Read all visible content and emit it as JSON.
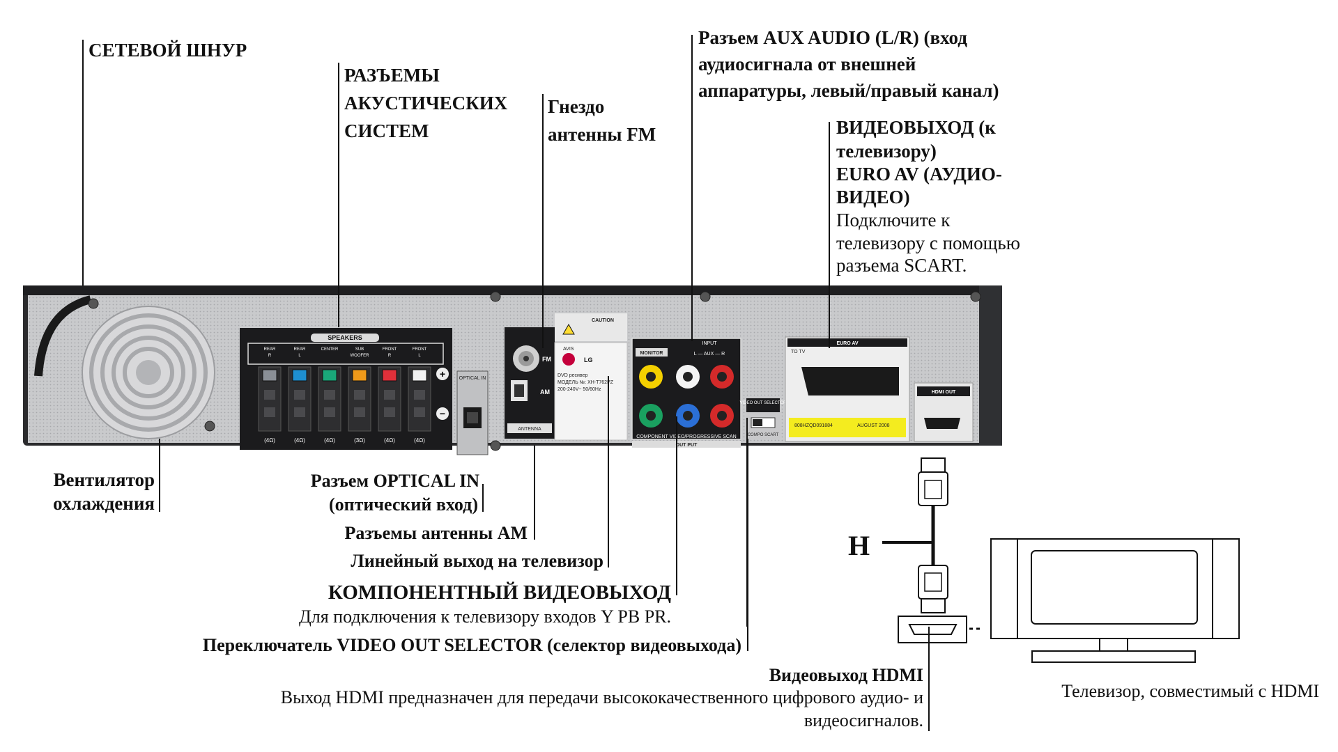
{
  "labels": {
    "power_cord": "СЕТЕВОЙ ШНУР",
    "speaker_connectors": [
      "РАЗЪЕМЫ",
      "АКУСТИЧЕСКИХ",
      "СИСТЕМ"
    ],
    "fm_antenna": [
      "Гнездо",
      "антенны FM"
    ],
    "aux_audio": [
      "Разъем AUX AUDIO (L/R) (вход",
      "аудиосигнала от внешней",
      "аппаратуры, левый/правый канал)"
    ],
    "video_out_title": [
      "ВИДЕОВЫХОД (к",
      "телевизору)"
    ],
    "euro_av_title": [
      "EURO AV (АУДИО-",
      "ВИДЕО)"
    ],
    "euro_av_desc": [
      "Подключите к",
      "телевизору с помощью",
      "разъема SCART."
    ],
    "cooling_fan": [
      "Вентилятор",
      "охлаждения"
    ],
    "optical_in": [
      "Разъем OPTICAL IN",
      "(оптический вход)"
    ],
    "am_antenna": "Разъемы антенны AM",
    "line_out_tv": "Линейный выход на телевизор",
    "component_title": "КОМПОНЕНТНЫЙ ВИДЕОВЫХОД",
    "component_desc": "Для подключения к телевизору входов Y PB PR.",
    "video_selector": "Переключатель VIDEO OUT SELECTOR (селектор видеовыхода)",
    "hdmi_title": "Видеовыход HDMI",
    "hdmi_desc": [
      "Выход HDMI предназначен для передачи высококачественного цифрового аудио- и",
      "видеосигналов."
    ],
    "tv_label": "Телевизор, совместимый с HDMI",
    "cable_letter": "H"
  },
  "panel": {
    "speakers_header": "SPEAKERS",
    "speaker_channels": [
      {
        "name": "REAR",
        "side": "R",
        "ohm": "(4Ω)",
        "color": "#8a8f96"
      },
      {
        "name": "REAR",
        "side": "L",
        "ohm": "(4Ω)",
        "color": "#1e8fd0"
      },
      {
        "name": "CENTER",
        "side": "",
        "ohm": "(4Ω)",
        "color": "#1aa87a"
      },
      {
        "name": "SUB",
        "side": "WOOFER",
        "ohm": "(3Ω)",
        "color": "#f09a1a"
      },
      {
        "name": "FRONT",
        "side": "R",
        "ohm": "(4Ω)",
        "color": "#e0303a"
      },
      {
        "name": "FRONT",
        "side": "L",
        "ohm": "(4Ω)",
        "color": "#f2f2f2"
      }
    ],
    "optical": "OPTICAL IN",
    "fm": "FM",
    "am": "AM",
    "antenna": "ANTENNA",
    "caution": "CAUTION",
    "avis": "AVIS",
    "brand": "LG",
    "model_text": "DVD ресивер",
    "model_no": "МОДЕЛЬ №: XH-T762PZ",
    "power_spec": "200-240V~ 50/60Hz",
    "monitor": "MONITOR",
    "input": "INPUT",
    "aux_lr": "L — AUX — R",
    "component_caption": "COMPONENT VIDEO/PROGRESSIVE SCAN",
    "output": "OUT PUT",
    "video_out_selector": "VIDEO OUT SELECTOR",
    "selector_opts": "COMPO  SCART",
    "euro_av": "EURO AV",
    "to_tv": "TO TV",
    "hdmi_out": "HDMI OUT",
    "serial": "808HZQD091884",
    "date": "AUGUST 2008"
  }
}
